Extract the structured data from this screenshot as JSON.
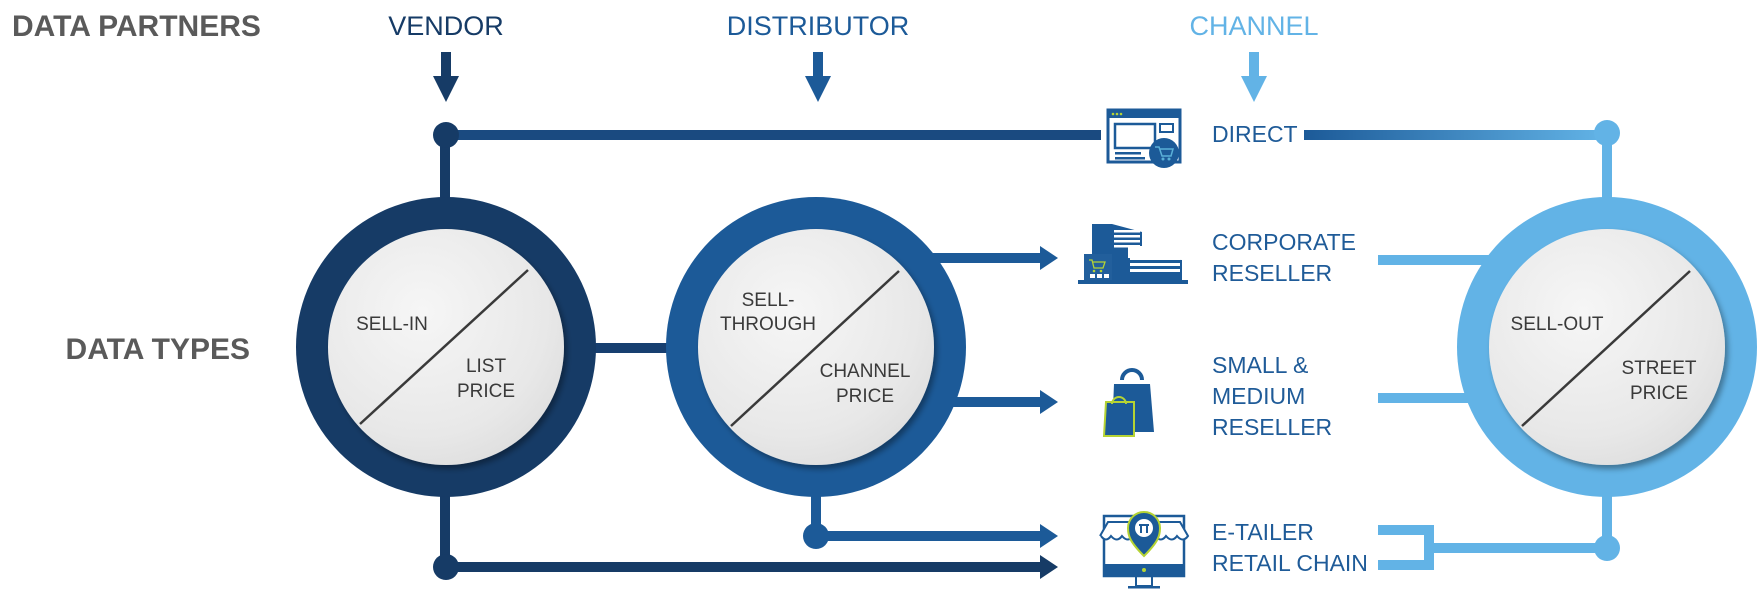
{
  "headers": {
    "data_partners": "DATA PARTNERS",
    "data_types": "DATA TYPES"
  },
  "partners": [
    {
      "label": "VENDOR",
      "color": "#163b66"
    },
    {
      "label": "DISTRIBUTOR",
      "color": "#1c5a98"
    },
    {
      "label": "CHANNEL",
      "color": "#62b3e6"
    }
  ],
  "data_types": [
    {
      "top_lines": [
        "SELL-IN"
      ],
      "bottom_lines": [
        "LIST",
        "PRICE"
      ],
      "ring_color": "#163b66"
    },
    {
      "top_lines": [
        "SELL-",
        "THROUGH"
      ],
      "bottom_lines": [
        "CHANNEL",
        "PRICE"
      ],
      "ring_color": "#1c5a98"
    },
    {
      "top_lines": [
        "SELL-OUT"
      ],
      "bottom_lines": [
        "STREET",
        "PRICE"
      ],
      "ring_color": "#62b3e6"
    }
  ],
  "channels": [
    {
      "icon": "web-shop-icon",
      "lines": [
        "DIRECT"
      ]
    },
    {
      "icon": "corporate-building-icon",
      "lines": [
        "CORPORATE",
        "RESELLER"
      ]
    },
    {
      "icon": "shopping-bags-icon",
      "lines": [
        "SMALL &",
        "MEDIUM",
        "RESELLER"
      ]
    },
    {
      "icon": "storefront-location-icon",
      "lines": [
        "E-TAILER",
        "RETAIL CHAIN"
      ]
    }
  ],
  "colors": {
    "icon_accent": "#b5d334",
    "circle_fill": "#ececec",
    "text_gray": "#5a5a5a"
  }
}
